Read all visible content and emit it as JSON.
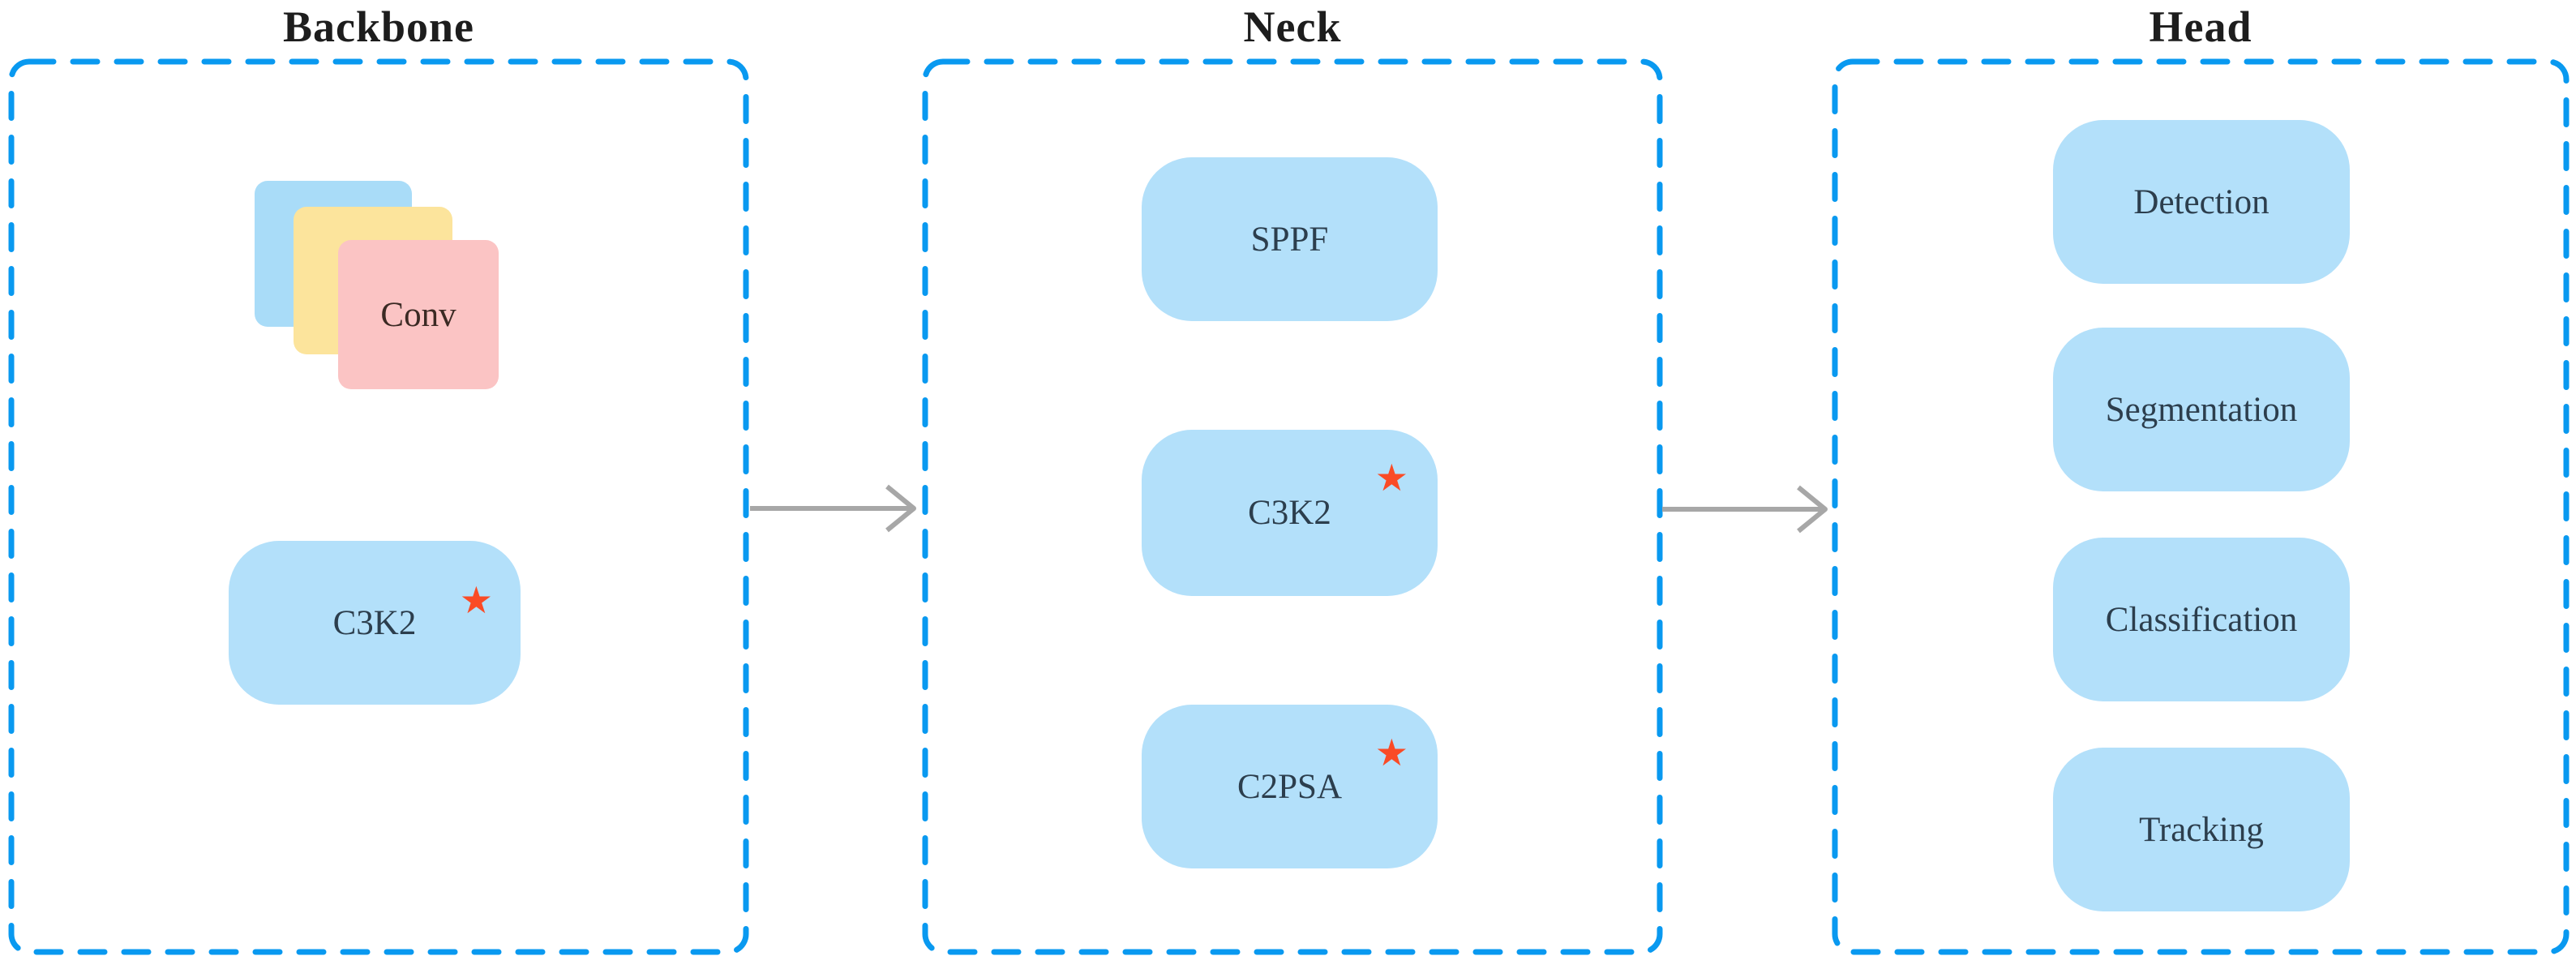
{
  "star_glyph": "★",
  "colors": {
    "panel_border": "#0999F0",
    "block_fill": "#B3E0FA",
    "card_blue": "#A9DCF8",
    "card_yellow": "#FCE49C",
    "card_pink": "#FBC4C4",
    "star": "#FA4B26",
    "arrow": "#A7A7A7",
    "title_ink": "#1D1D1D",
    "label_ink": "#2C3E4D",
    "conv_ink": "#3B2A24"
  },
  "sections": [
    {
      "title": "Backbone",
      "conv_card_label": "Conv",
      "blocks": [
        {
          "label": "C3K2",
          "starred": true
        }
      ]
    },
    {
      "title": "Neck",
      "blocks": [
        {
          "label": "SPPF",
          "starred": false
        },
        {
          "label": "C3K2",
          "starred": true
        },
        {
          "label": "C2PSA",
          "starred": true
        }
      ]
    },
    {
      "title": "Head",
      "blocks": [
        {
          "label": "Detection",
          "starred": false
        },
        {
          "label": "Segmentation",
          "starred": false
        },
        {
          "label": "Classification",
          "starred": false
        },
        {
          "label": "Tracking",
          "starred": false
        }
      ]
    }
  ]
}
